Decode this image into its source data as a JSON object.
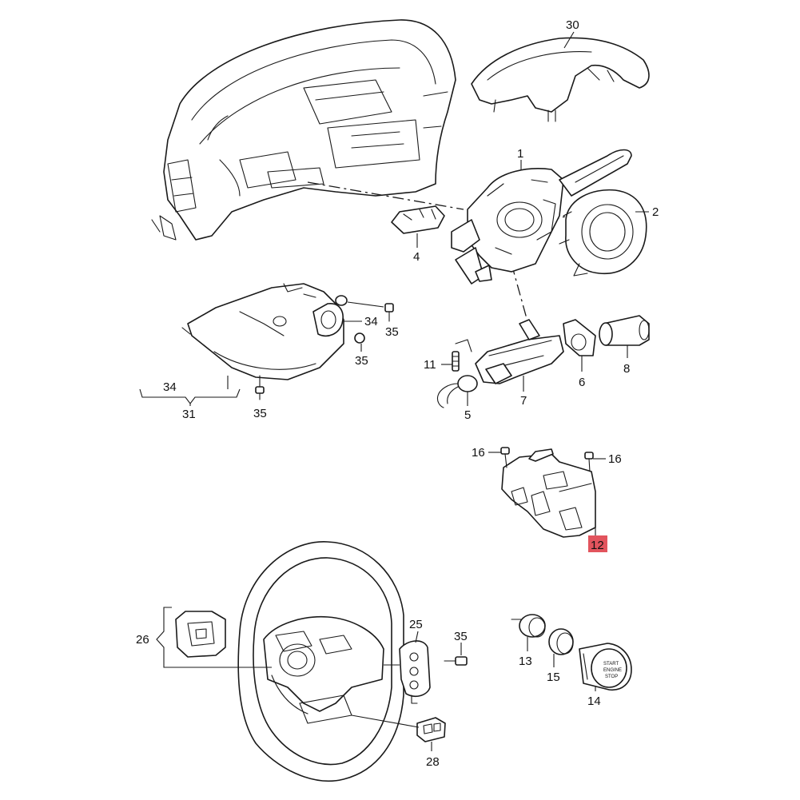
{
  "labels": {
    "p30": "30",
    "p1": "1",
    "p2": "2",
    "p4": "4",
    "p34a": "34",
    "p35a": "35",
    "p35b": "35",
    "p34b": "34",
    "p31": "31",
    "p35c": "35",
    "p11": "11",
    "p7": "7",
    "p5": "5",
    "p6": "6",
    "p8": "8",
    "p16a": "16",
    "p16b": "16",
    "p12": "12",
    "p26": "26",
    "p25": "25",
    "p35d": "35",
    "p28": "28",
    "p13": "13",
    "p15": "15",
    "p14": "14",
    "btn_line1": "START",
    "btn_line2": "ENGINE",
    "btn_line3": "STOP"
  },
  "colors": {
    "highlight": "#e2545d",
    "line": "#1a1a1a",
    "background": "#ffffff"
  },
  "highlighted_part": "12"
}
